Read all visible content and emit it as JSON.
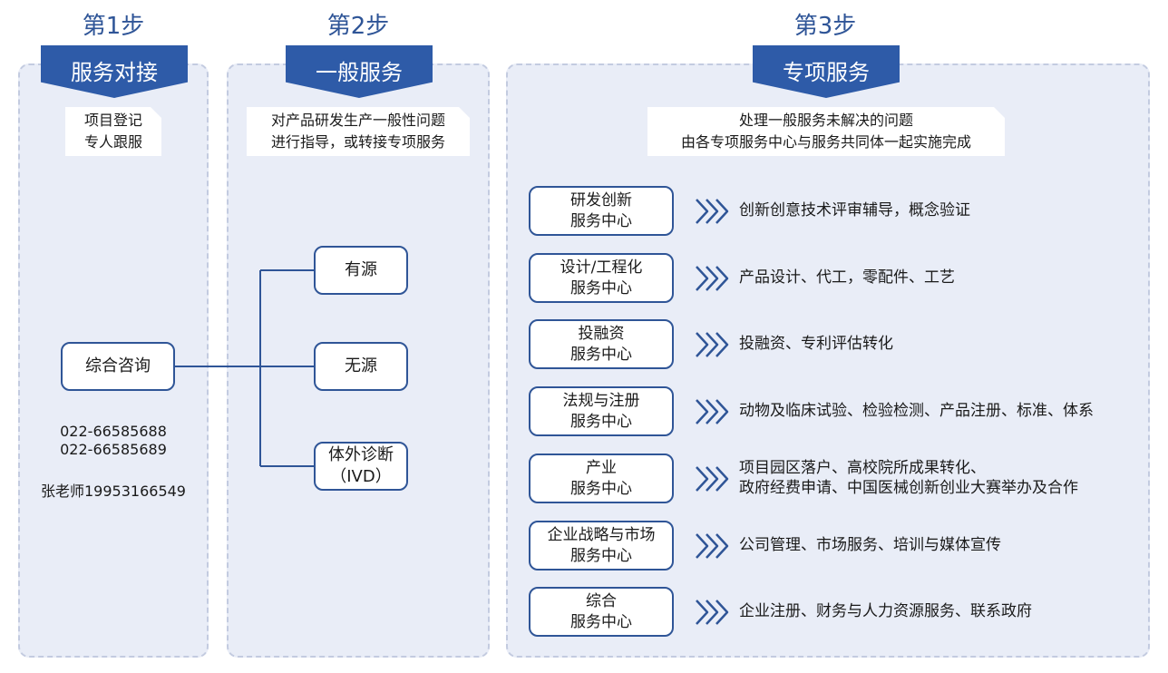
{
  "steps": {
    "step1": {
      "label": "第1步",
      "title": "服务对接",
      "note_line1": "项目登记",
      "note_line2": "专人跟服",
      "box": "综合咨询",
      "phone1": "022-66585688",
      "phone2": "022-66585689",
      "contact": "张老师19953166549"
    },
    "step2": {
      "label": "第2步",
      "title": "一般服务",
      "note_line1": "对产品研发生产一般性问题",
      "note_line2": "进行指导，或转接专项服务",
      "branches": [
        {
          "line1": "有源",
          "line2": ""
        },
        {
          "line1": "无源",
          "line2": ""
        },
        {
          "line1": "体外诊断",
          "line2": "（IVD）"
        }
      ]
    },
    "step3": {
      "label": "第3步",
      "title": "专项服务",
      "note_line1": "处理一般服务未解决的问题",
      "note_line2": "由各专项服务中心与服务共同体一起实施完成",
      "centers": [
        {
          "line1": "研发创新",
          "line2": "服务中心",
          "desc1": "创新创意技术评审辅导，概念验证",
          "desc2": ""
        },
        {
          "line1": "设计/工程化",
          "line2": "服务中心",
          "desc1": "产品设计、代工，零配件、工艺",
          "desc2": ""
        },
        {
          "line1": "投融资",
          "line2": "服务中心",
          "desc1": "投融资、专利评估转化",
          "desc2": ""
        },
        {
          "line1": "法规与注册",
          "line2": "服务中心",
          "desc1": "动物及临床试验、检验检测、产品注册、标准、体系",
          "desc2": ""
        },
        {
          "line1": "产业",
          "line2": "服务中心",
          "desc1": "项目园区落户、高校院所成果转化、",
          "desc2": "政府经费申请、中国医械创新创业大赛举办及合作"
        },
        {
          "line1": "企业战略与市场",
          "line2": "服务中心",
          "desc1": "公司管理、市场服务、培训与媒体宣传",
          "desc2": ""
        },
        {
          "line1": "综合",
          "line2": "服务中心",
          "desc1": "企业注册、财务与人力资源服务、联系政府",
          "desc2": ""
        }
      ]
    }
  },
  "colors": {
    "primary": "#2e5ba8",
    "panel_bg": "#e9edf7",
    "border": "#2f5597"
  },
  "icons": {
    "arrow": "double-chevron-right-icon"
  }
}
